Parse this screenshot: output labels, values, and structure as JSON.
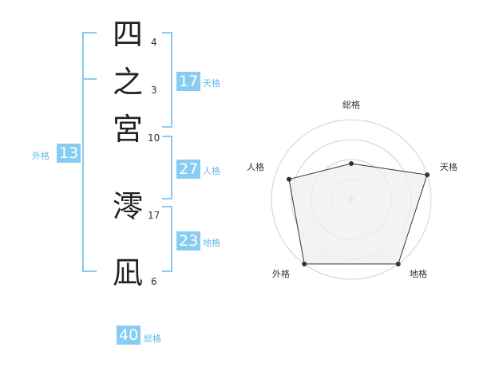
{
  "characters": [
    {
      "char": "四",
      "strokes": "4"
    },
    {
      "char": "之",
      "strokes": "3"
    },
    {
      "char": "宮",
      "strokes": "10"
    },
    {
      "char": "澪",
      "strokes": "17"
    },
    {
      "char": "凪",
      "strokes": "6"
    }
  ],
  "kaku": {
    "tenkaku": {
      "value": "17",
      "label": "天格"
    },
    "jinkaku": {
      "value": "27",
      "label": "人格"
    },
    "chikaku": {
      "value": "23",
      "label": "地格"
    },
    "gaikaku": {
      "value": "13",
      "label": "外格"
    },
    "soukaku": {
      "value": "40",
      "label": "総格"
    }
  },
  "radar": {
    "labels": [
      "総格",
      "天格",
      "地格",
      "外格",
      "人格"
    ],
    "rings": 4,
    "values": [
      0.45,
      1.0,
      1.0,
      1.0,
      0.82
    ]
  },
  "colors": {
    "accent": "#88ccf2",
    "label": "#63b8ea",
    "radar_fill": "#efefef",
    "radar_ring": "#d0d0d0"
  }
}
